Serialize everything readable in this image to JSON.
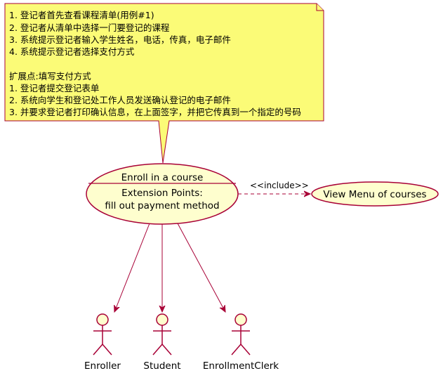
{
  "colors": {
    "note_fill": "#FBFB77",
    "note_border": "#A80036",
    "usecase_fill": "#FEFECE",
    "line": "#A80036"
  },
  "note": {
    "lines": [
      "1. 登记者首先查看课程清单(用例#1)",
      "2. 登记者从清单中选择一门要登记的课程",
      "3. 系统提示登记者输入学生姓名，电话，传真，电子邮件",
      "4. 系统提示登记者选择支付方式",
      "",
      "扩展点:填写支付方式",
      "1. 登记者提交登记表单",
      "2. 系统向学生和登记处工作人员发送确认登记的电子邮件",
      "3. 并要求登记者打印确认信息，在上面签字，并把它传真到一个指定的号码"
    ]
  },
  "usecase_main": {
    "title": "Enroll in a course",
    "section": "Extension Points:",
    "point": "fill out payment method"
  },
  "usecase_menu": {
    "title": "View Menu of courses"
  },
  "relation": {
    "stereotype": "<<include>>"
  },
  "actors": [
    {
      "name": "Enroller"
    },
    {
      "name": "Student"
    },
    {
      "name": "EnrollmentClerk"
    }
  ]
}
